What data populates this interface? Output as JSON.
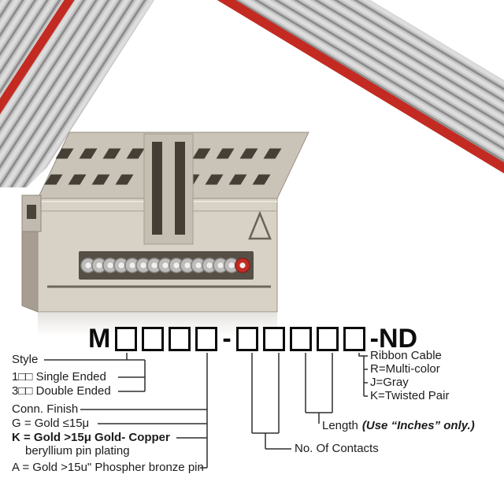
{
  "part_number": {
    "display": "M□□□□-□□□□□-ND",
    "segments": [
      {
        "text": "M"
      },
      {
        "boxes": 4
      },
      {
        "text": "-"
      },
      {
        "boxes": 5
      },
      {
        "text": "-ND"
      }
    ]
  },
  "style": {
    "heading": "Style",
    "options": [
      "1□□ Single Ended",
      "3□□ Double Ended"
    ]
  },
  "finish": {
    "heading": "Conn. Finish",
    "options": [
      "G = Gold ≤15μ",
      "K = Gold >15μ Gold- Copper",
      "beryllium pin plating",
      "A = Gold >15u\" Phospher bronze pin"
    ]
  },
  "ribbon": {
    "heading": "Ribbon Cable",
    "options": [
      "R=Multi-color",
      "J=Gray",
      "K=Twisted Pair"
    ]
  },
  "length": {
    "label": "Length",
    "note": "(Use “Inches” only.)"
  },
  "contacts": {
    "label": "No. Of Contacts"
  },
  "photo": {
    "subject": "IDC ribbon cable socket connector with gray ribbon cable",
    "wire_circle_count": 15,
    "colors": {
      "cable": "#c6c6c6",
      "red_stripe": "#c32b22",
      "connector_body": "#cfc9be"
    }
  }
}
